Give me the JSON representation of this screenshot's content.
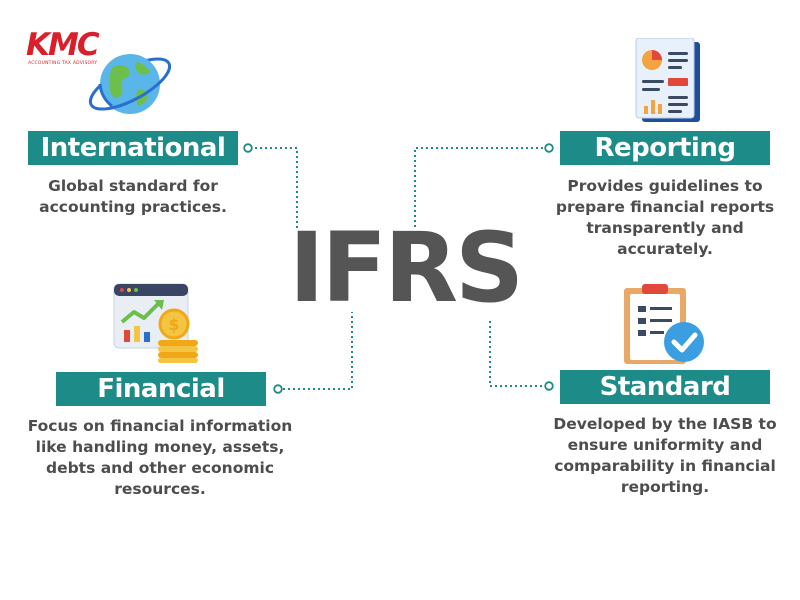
{
  "logo": {
    "text": "KMC",
    "tagline": "ACCOUNTING TAX ADVISORY"
  },
  "center_title": "IFRS",
  "sections": {
    "international": {
      "title": "International",
      "description": "Global standard for accounting practices.",
      "icon": "globe-icon"
    },
    "reporting": {
      "title": "Reporting",
      "description": "Provides guidelines to prepare financial reports transparently and accurately.",
      "icon": "report-document-icon"
    },
    "financial": {
      "title": "Financial",
      "description": "Focus on financial information like handling money, assets, debts and other economic resources.",
      "icon": "financial-chart-coins-icon"
    },
    "standard": {
      "title": "Standard",
      "description": "Developed by the IASB to ensure uniformity and comparability in financial reporting.",
      "icon": "clipboard-check-icon"
    }
  },
  "colors": {
    "banner": "#1d8b88",
    "title": "#555555",
    "text": "#4d4d4d",
    "logo": "#d91f2a",
    "connector": "#1d8b88"
  }
}
